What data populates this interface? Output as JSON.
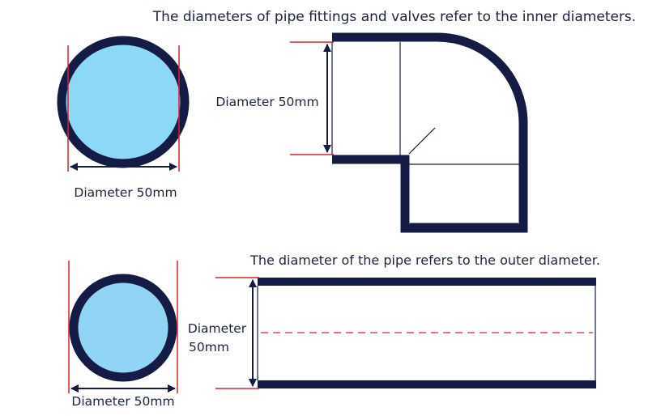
{
  "texts": {
    "fittings_title": "The diameters of pipe fittings and valves refer to the inner diameters.",
    "pipe_title": "The diameter of the pipe refers to the outer diameter.",
    "circle_top_label": "Diameter 50mm",
    "elbow_label": "Diameter 50mm",
    "circle_bottom_label": "Diameter 50mm",
    "pipe_label_line1": "Diameter",
    "pipe_label_line2": "50mm"
  },
  "colors": {
    "wall": "#141c45",
    "fill": "#8cd9f7",
    "fill_bottom": "#91d5f4",
    "red": "#e0202a",
    "text": "#1a2340"
  }
}
